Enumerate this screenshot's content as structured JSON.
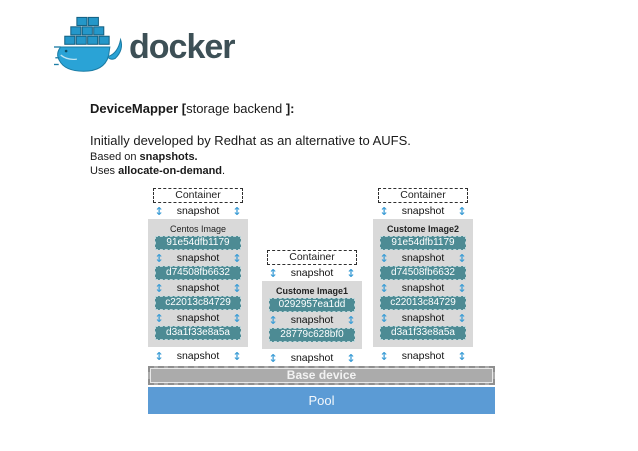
{
  "logo": {
    "wordmark": "docker"
  },
  "heading": {
    "part1": "DeviceMapper [",
    "part2": "storage backend ",
    "part3": "]:"
  },
  "body": {
    "intro": "Initially developed by Redhat as an alternative to AUFS.",
    "based_prefix": "Based on ",
    "based_bold": "snapshots.",
    "uses_prefix": "Uses ",
    "uses_bold": "allocate-on-demand",
    "uses_suffix": "."
  },
  "diagram": {
    "container_label": "Container",
    "snapshot_label": "snapshot",
    "columns": [
      {
        "title": "Centos Image",
        "layers": [
          "91e54dfb1179",
          "d74508fb6632",
          "c22013c84729",
          "d3a1f33e8a5a"
        ]
      },
      {
        "title": "Custome Image1",
        "layers": [
          "0292957ea1dd",
          "28779c628bf0"
        ]
      },
      {
        "title": "Custome Image2",
        "layers": [
          "91e54dfb1179",
          "d74508fb6632",
          "c22013c84729",
          "d3a1f33e8a5a"
        ]
      }
    ],
    "base_device_label": "Base device",
    "pool_label": "Pool"
  },
  "icons": {
    "updown_arrow": "↕"
  },
  "colors": {
    "layer_teal": "#4d8b94",
    "image_box_gray": "#d9d9d9",
    "base_device_gray": "#ababab",
    "pool_blue": "#5b9bd5",
    "arrow_blue": "#3e9ed6",
    "docker_blue": "#2aa3d6",
    "wordmark_slate": "#3d5056"
  }
}
